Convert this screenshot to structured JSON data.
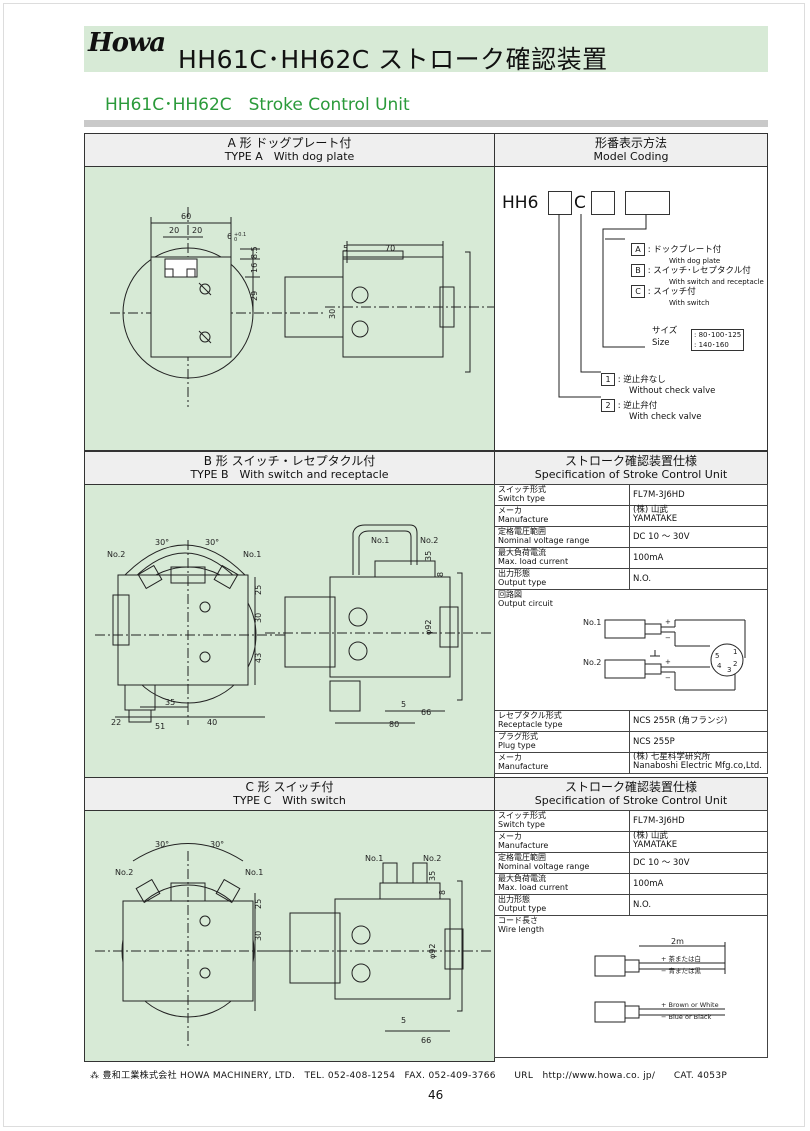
{
  "header": {
    "logo": "Howa",
    "title_jp": "HH61C･HH62C ストローク確認装置",
    "subtitle": "HH61C･HH62C　Stroke Control Unit"
  },
  "type_a": {
    "title_jp": "A 形 ドッグプレート付",
    "title_en": "TYPE A　With dog plate",
    "dims": [
      "60",
      "20",
      "20",
      "6",
      "+0.1",
      "0",
      "8.5",
      "16",
      "29",
      "30",
      "5",
      "70"
    ]
  },
  "model_coding": {
    "title_jp": "形番表示方法",
    "title_en": "Model Coding",
    "prefix": "HH6",
    "mid": "C",
    "types": [
      {
        "code": "A",
        "jp": "ドックプレート付",
        "en": "With dog plate"
      },
      {
        "code": "B",
        "jp": "スイッチ･レセプタクル付",
        "en": "With switch and receptacle"
      },
      {
        "code": "C",
        "jp": "スイッチ付",
        "en": "With switch"
      }
    ],
    "size_jp": "サイズ",
    "size_en": "Size",
    "size_values_1": "80･100･125",
    "size_values_2": "140･160",
    "valves": [
      {
        "code": "1",
        "jp": "逆止弁なし",
        "en": "Without check valve"
      },
      {
        "code": "2",
        "jp": "逆止弁付",
        "en": "With check valve"
      }
    ]
  },
  "type_b": {
    "title_jp": "B 形 スイッチ・レセプタクル付",
    "title_en": "TYPE B　With switch and receptacle",
    "dims": [
      "30°",
      "30°",
      "No.2",
      "No.1",
      "25",
      "30",
      "43",
      "35",
      "22",
      "51",
      "40",
      "No.1",
      "No.2",
      "35",
      "8",
      "φ92",
      "5",
      "66",
      "80"
    ]
  },
  "spec_b": {
    "title_jp": "ストローク確認装置仕様",
    "title_en": "Specification of Stroke Control Unit",
    "rows": [
      {
        "jp": "スイッチ形式",
        "en": "Switch type",
        "value": "FL7M-3J6HD"
      },
      {
        "jp": "メーカ",
        "en": "Manufacture",
        "value": "(株) 山武",
        "value2": "YAMATAKE"
      },
      {
        "jp": "定格電圧範囲",
        "en": "Nominal voltage range",
        "value": "DC 10 ～ 30V"
      },
      {
        "jp": "最大負荷電流",
        "en": "Max. load current",
        "value": "100mA"
      },
      {
        "jp": "出力形態",
        "en": "Output type",
        "value": "N.O."
      }
    ],
    "circuit_jp": "回路図",
    "circuit_en": "Output circuit",
    "circuit_labels": [
      "No.1",
      "No.2",
      "+",
      "−",
      "+",
      "−",
      "1",
      "2",
      "3",
      "4",
      "5"
    ],
    "rows2": [
      {
        "jp": "レセプタクル形式",
        "en": "Receptacle type",
        "value": "NCS 255R (角フランジ)"
      },
      {
        "jp": "プラグ形式",
        "en": "Plug type",
        "value": "NCS 255P"
      },
      {
        "jp": "メーカ",
        "en": "Manufacture",
        "value": "(株) 七星科学研究所",
        "value2": "Nanaboshi Electric Mfg.co,Ltd."
      }
    ]
  },
  "type_c": {
    "title_jp": "C 形 スイッチ付",
    "title_en": "TYPE C　With switch",
    "dims": [
      "30°",
      "30°",
      "No.2",
      "No.1",
      "25",
      "30",
      "No.1",
      "No.2",
      "35",
      "8",
      "φ92",
      "5",
      "66"
    ]
  },
  "spec_c": {
    "title_jp": "ストローク確認装置仕様",
    "title_en": "Specification of Stroke Control Unit",
    "rows": [
      {
        "jp": "スイッチ形式",
        "en": "Switch type",
        "value": "FL7M-3J6HD"
      },
      {
        "jp": "メーカ",
        "en": "Manufacture",
        "value": "(株) 山武",
        "value2": "YAMATAKE"
      },
      {
        "jp": "定格電圧範囲",
        "en": "Nominal voltage range",
        "value": "DC 10 ～ 30V"
      },
      {
        "jp": "最大負荷電流",
        "en": "Max. load current",
        "value": "100mA"
      },
      {
        "jp": "出力形態",
        "en": "Output type",
        "value": "N.O."
      }
    ],
    "wire_jp": "コード長さ",
    "wire_en": "Wire length",
    "wire_len": "2m",
    "wire1": [
      "+ 茶または白",
      "− 青または黒"
    ],
    "wire2": [
      "+ Brown or White",
      "− Blue or Black"
    ]
  },
  "footer": {
    "text": "豊和工業株式会社 HOWA MACHINERY, LTD.　TEL. 052-408-1254　FAX. 052-409-3766　　URL　http://www.howa.co. jp/　　CAT. 4053P",
    "page": "46"
  }
}
